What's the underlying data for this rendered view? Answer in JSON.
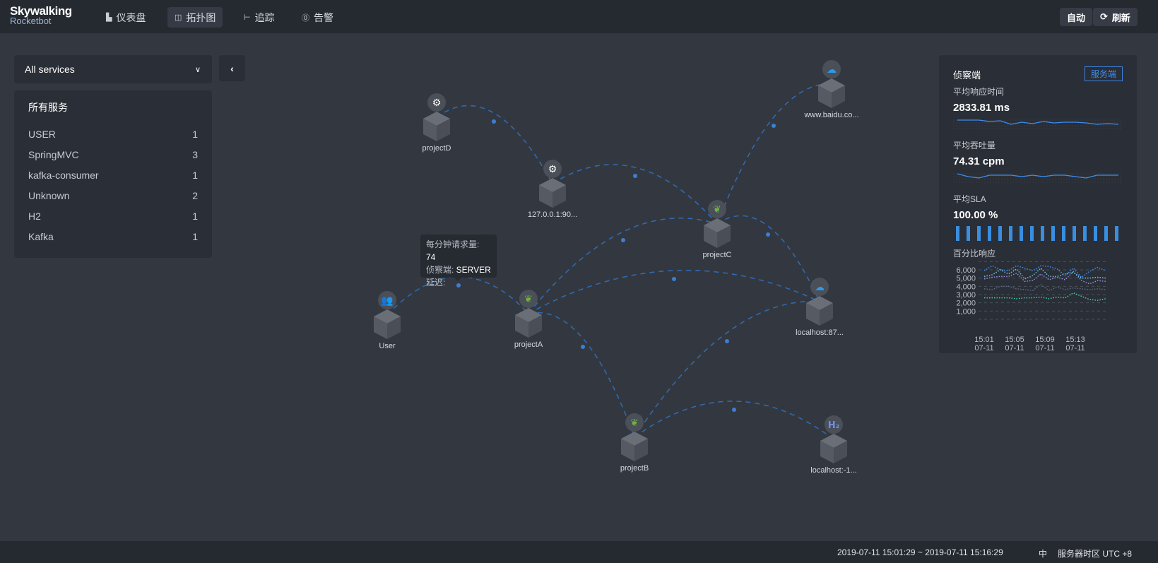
{
  "header": {
    "logo_title": "Skywalking",
    "logo_sub": "Rocketbot",
    "nav": [
      {
        "label": "仪表盘",
        "icon": "chart-icon"
      },
      {
        "label": "拓扑图",
        "icon": "topology-icon",
        "active": true
      },
      {
        "label": "追踪",
        "icon": "trace-icon"
      },
      {
        "label": "告警",
        "icon": "alert-icon"
      }
    ],
    "auto_label": "自动",
    "refresh_label": "刷新"
  },
  "left": {
    "select_value": "All services",
    "panel_title": "所有服务",
    "services": [
      {
        "name": "USER",
        "count": "1"
      },
      {
        "name": "SpringMVC",
        "count": "3"
      },
      {
        "name": "kafka-consumer",
        "count": "1"
      },
      {
        "name": "Unknown",
        "count": "2"
      },
      {
        "name": "H2",
        "count": "1"
      },
      {
        "name": "Kafka",
        "count": "1"
      }
    ]
  },
  "topology": {
    "nodes": [
      {
        "id": "projectD",
        "label": "projectD",
        "icon": "kafka",
        "color": "#ffffff"
      },
      {
        "id": "k127",
        "label": "127.0.0.1:90...",
        "icon": "kafka",
        "color": "#ffffff"
      },
      {
        "id": "baidu",
        "label": "www.baidu.co...",
        "icon": "cloud",
        "color": "#2a9be8"
      },
      {
        "id": "projectC",
        "label": "projectC",
        "icon": "spring",
        "color": "#6db33f"
      },
      {
        "id": "user",
        "label": "User",
        "icon": "users",
        "color": "#2a9be8"
      },
      {
        "id": "projectA",
        "label": "projectA",
        "icon": "spring",
        "color": "#6db33f"
      },
      {
        "id": "lh87",
        "label": "localhost:87...",
        "icon": "cloud",
        "color": "#2a9be8"
      },
      {
        "id": "projectB",
        "label": "projectB",
        "icon": "spring",
        "color": "#6db33f"
      },
      {
        "id": "lh1",
        "label": "localhost:-1...",
        "icon": "h2",
        "color": "#6f8fe8"
      }
    ],
    "edges": [
      [
        "projectD",
        "k127"
      ],
      [
        "k127",
        "projectC"
      ],
      [
        "projectC",
        "baidu"
      ],
      [
        "projectC",
        "lh87"
      ],
      [
        "user",
        "projectA"
      ],
      [
        "projectA",
        "projectC"
      ],
      [
        "projectA",
        "lh87"
      ],
      [
        "projectA",
        "projectB"
      ],
      [
        "projectB",
        "lh87"
      ],
      [
        "projectB",
        "lh1"
      ]
    ],
    "tooltip": {
      "cpm_label": "每分钟请求量: ",
      "cpm_value": "74",
      "detect_label": "侦察端: ",
      "detect_value": "SERVER",
      "latency_label": "延迟:"
    }
  },
  "right": {
    "title": "侦察端",
    "tag": "服务端",
    "resp_label": "平均响应时间",
    "resp_value": "2833.81 ms",
    "tput_label": "平均吞吐量",
    "tput_value": "74.31 cpm",
    "sla_label": "平均SLA",
    "sla_value": "100.00 %",
    "pct_label": "百分比响应",
    "resp_series": [
      2850,
      2850,
      2850,
      2840,
      2845,
      2820,
      2835,
      2825,
      2840,
      2830,
      2835,
      2835,
      2830,
      2820,
      2825,
      2820
    ],
    "tput_series": [
      75,
      73,
      72,
      74,
      74,
      74,
      73,
      74,
      73,
      74,
      74,
      73,
      72,
      74,
      74,
      74
    ],
    "sla_series": [
      100,
      100,
      100,
      100,
      100,
      100,
      100,
      100,
      100,
      100,
      100,
      100,
      100,
      100,
      100,
      100
    ],
    "percentile": {
      "y_ticks": [
        "6,000",
        "5,000",
        "4,000",
        "3,000",
        "2,000",
        "1,000"
      ],
      "x_ticks": [
        [
          "15:01",
          "07-11"
        ],
        [
          "15:05",
          "07-11"
        ],
        [
          "15:09",
          "07-11"
        ],
        [
          "15:13",
          "07-11"
        ]
      ],
      "series": [
        {
          "color": "#3d8ef0",
          "values": [
            5900,
            6500,
            6000,
            5900,
            6500,
            6200,
            5900,
            6500,
            6400,
            6100,
            5300,
            6200,
            5100,
            5800,
            6300,
            5900
          ]
        },
        {
          "color": "#6cc7d8",
          "values": [
            5200,
            5400,
            6000,
            5500,
            6100,
            4900,
            5300,
            6200,
            5200,
            5200,
            5500,
            5700,
            5000,
            5000,
            5100,
            5000
          ]
        },
        {
          "color": "#9d8be0",
          "values": [
            4900,
            5100,
            5200,
            5200,
            5600,
            4600,
            4700,
            5500,
            4800,
            5100,
            4800,
            5800,
            4700,
            4300,
            4700,
            4600
          ]
        },
        {
          "color": "#5d6b8a",
          "values": [
            3700,
            3600,
            4000,
            4000,
            3700,
            3600,
            3500,
            4200,
            3500,
            3900,
            3600,
            3800,
            3700,
            3600,
            3700,
            3600
          ]
        },
        {
          "color": "#3fd3a8",
          "values": [
            2600,
            2600,
            2600,
            2600,
            2500,
            2600,
            2600,
            2700,
            2500,
            2700,
            2600,
            3200,
            2800,
            2400,
            2300,
            2500
          ]
        }
      ]
    }
  },
  "footer": {
    "time_range": "2019-07-11 15:01:29 ~ 2019-07-11 15:16:29",
    "lang": "中",
    "tz": "服务器时区 UTC +8"
  }
}
